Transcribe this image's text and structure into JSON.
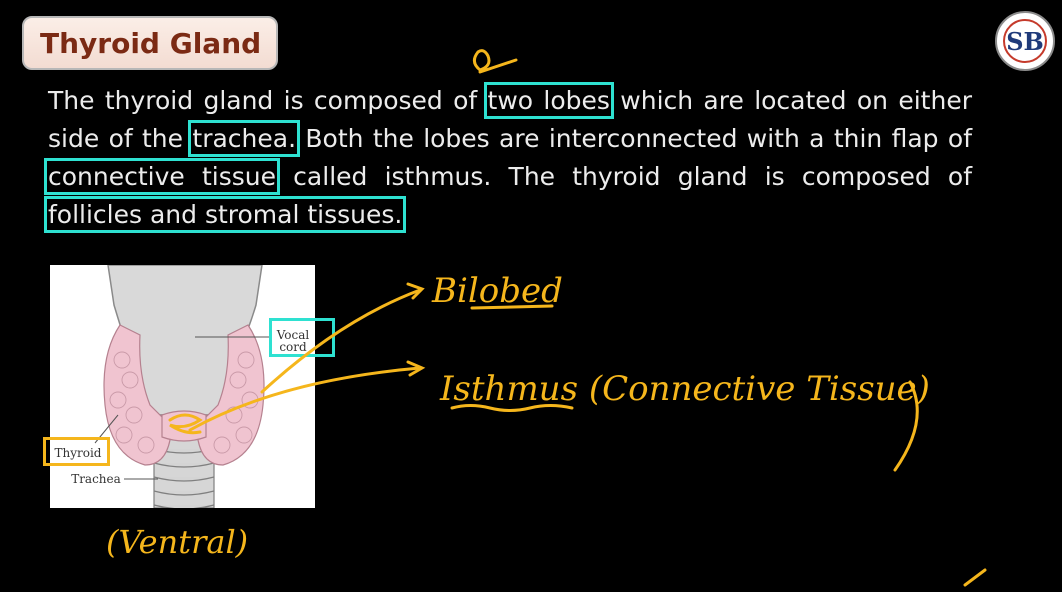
{
  "title": "Thyroid Gland",
  "paragraph": {
    "t1": "The thyroid gland is composed of ",
    "h1": "two lobes",
    "t2": " which are located on either side of the ",
    "h2": "trachea.",
    "t3": " Both the lobes are interconnected with a thin flap of ",
    "h3": "connective tissue",
    "t4": " called isthmus. The thyroid gland is composed of ",
    "h4": "follicles and stromal tissues."
  },
  "diagram": {
    "vocal_cord_label_line1": "Vocal",
    "vocal_cord_label_line2": "cord",
    "thyroid_label": "Thyroid",
    "trachea_label": "Trachea"
  },
  "annotations": {
    "bilobed": "Bilobed",
    "isthmus": "Isthmus (Connective Tissue)",
    "ventral": "(Ventral)"
  },
  "logo": {
    "initials": "SB"
  },
  "colors": {
    "highlight_box": "#2ee1d1",
    "ink": "#f5b61c",
    "title_text": "#7b2a14",
    "title_bg": "#f3dcd2",
    "background": "#000000"
  }
}
